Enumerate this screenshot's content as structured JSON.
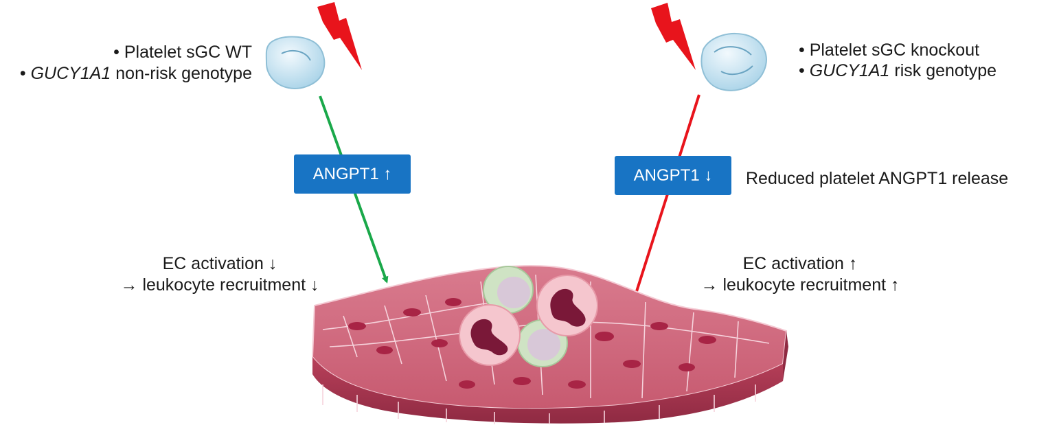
{
  "left": {
    "bullet1": "• Platelet sGC WT",
    "bullet2_italic": "GUCY1A1",
    "bullet2_rest": " non-risk genotype",
    "box": "ANGPT1 ↑",
    "effect1": "EC activation ↓",
    "effect2": "→ leukocyte recruitment ↓"
  },
  "right": {
    "bullet1": "• Platelet sGC knockout",
    "bullet2_prefix": "• ",
    "bullet2_italic": "GUCY1A1",
    "bullet2_rest": " risk genotype",
    "box": "ANGPT1 ↓",
    "note": "Reduced platelet ANGPT1 release",
    "effect1": "EC activation ↑",
    "effect2": "→ leukocyte recruitment ↑"
  },
  "colors": {
    "green_arrow": "#1aa84a",
    "red_arrow": "#e8141c",
    "box_fill": "#1874c4",
    "lightning": "#e8141c",
    "platelet": "#cfe6f2",
    "endothelium": "#c9566e"
  },
  "icons": [
    "lightning-bolt-icon",
    "platelet-icon",
    "endothelium-illustration",
    "leukocyte-icon"
  ]
}
